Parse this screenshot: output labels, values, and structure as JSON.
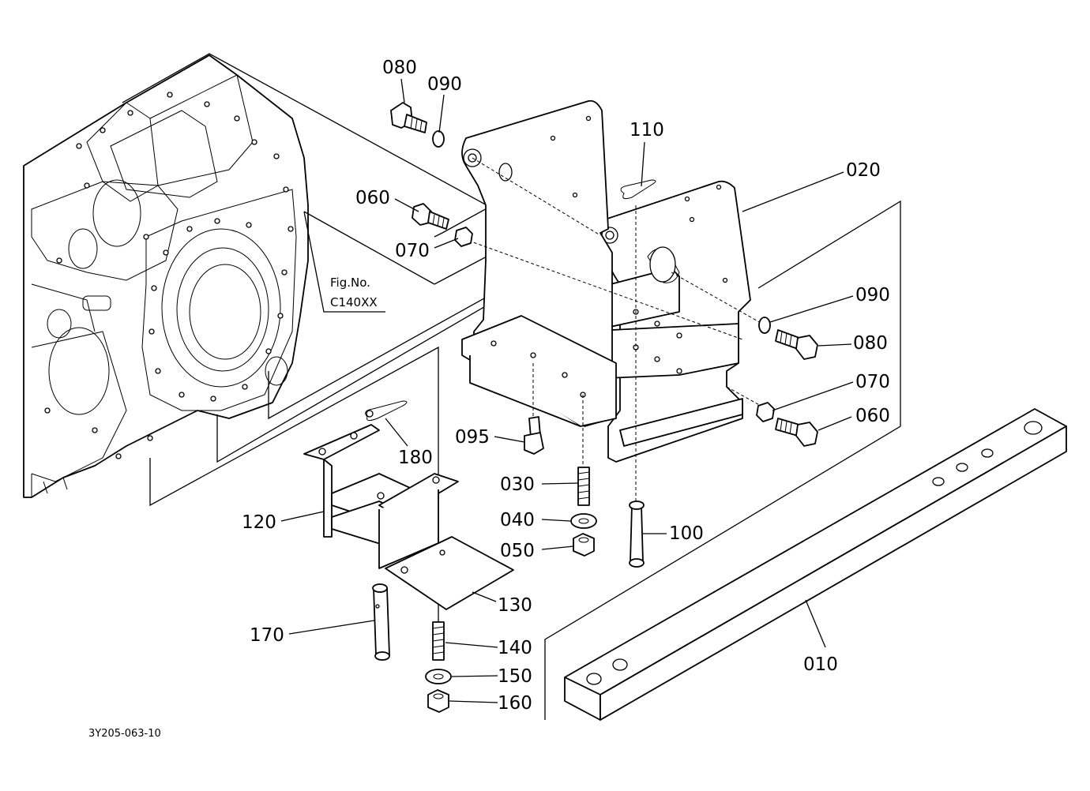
{
  "figure_ref": {
    "line1": "Fig.No.",
    "line2": "C140XX"
  },
  "drawing_code": "3Y205-063-10",
  "labels": {
    "p010": "010",
    "p020": "020",
    "p030": "030",
    "p040": "040",
    "p050": "050",
    "p060a": "060",
    "p060b": "060",
    "p070a": "070",
    "p070b": "070",
    "p080a": "080",
    "p080b": "080",
    "p090a": "090",
    "p090b": "090",
    "p095": "095",
    "p100": "100",
    "p110": "110",
    "p120": "120",
    "p130": "130",
    "p140": "140",
    "p150": "150",
    "p160": "160",
    "p170": "170",
    "p180": "180"
  }
}
